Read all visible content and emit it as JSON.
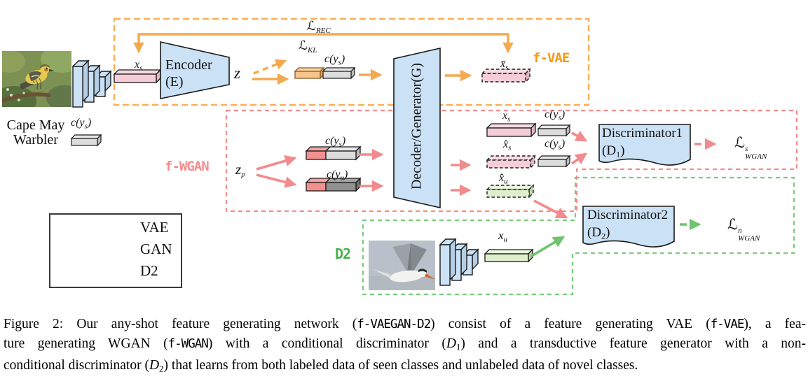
{
  "colors": {
    "vae_orange": "#F5A94F",
    "gan_pink": "#F28B8D",
    "d2_green": "#6FC46F",
    "box_blue": "#CBE1F5",
    "fvae_label": "#F59B16",
    "fwgan_label": "#F48C8C",
    "d2_label": "#46B24A",
    "slab_pink": "#F5CDD9",
    "slab_orange": "#F7C58B",
    "slab_gray": "#DCDCDC",
    "slab_darkgray": "#8F8F8F",
    "slab_green": "#DFEFCE"
  },
  "left_column": {
    "class_name_line1": "Cape May",
    "class_name_line2": "Warbler"
  },
  "labels": {
    "xs": {
      "pre": "x",
      "sub": "s"
    },
    "z": {
      "pre": "z"
    },
    "zp": {
      "pre": "z",
      "sub": "p"
    },
    "xu": {
      "pre": "x",
      "sub": "u"
    },
    "xbars": {
      "pre": "x̄",
      "sub": "s"
    },
    "xhats": {
      "pre": "x̂",
      "sub": "s"
    },
    "xhatu": {
      "pre": "x̂",
      "sub": "u"
    },
    "cys": {
      "pre": "c(y",
      "sub": "s",
      "post": ")"
    },
    "cyu": {
      "pre": "c(y",
      "sub": "u",
      "post": ")"
    }
  },
  "losses": {
    "rec": {
      "cal": "ℒ",
      "sub": "REC"
    },
    "kl": {
      "cal": "ℒ",
      "sub": "KL"
    },
    "wgan_s": {
      "cal": "ℒ",
      "sup": "s",
      "sub": "WGAN"
    },
    "wgan_n": {
      "cal": "ℒ",
      "sup": "n",
      "sub": "WGAN"
    }
  },
  "blocks": {
    "encoder_line1": "Encoder",
    "encoder_line2": "(E)",
    "decoder": "Decoder/Generator(G)",
    "disc1_line1": "Discriminator1",
    "disc1_pre": "(D",
    "disc1_sub": "1",
    "disc1_post": ")",
    "disc2_line1": "Discriminator2",
    "disc2_pre": "(D",
    "disc2_sub": "2",
    "disc2_post": ")"
  },
  "regions": {
    "fvae": "f-VAE",
    "fwgan": "f-WGAN",
    "d2": "D2"
  },
  "legend": {
    "items": [
      {
        "name": "VAE"
      },
      {
        "name": "GAN"
      },
      {
        "name": "D2"
      }
    ]
  },
  "caption": {
    "l1a": "Figure 2: Our any-shot feature generating network (",
    "l1b": "f-VAEGAN-D2",
    "l1c": ") consist of a feature generating VAE (",
    "l1d": "f-VAE",
    "l1e": "), a fea-",
    "l2a": "ture generating WGAN (",
    "l2b": "f-WGAN",
    "l2c": ") with a conditional discriminator (",
    "l2d": "D",
    "l2e": "1",
    "l2f": ") and a transductive feature generator with a non-",
    "l3a": "conditional discriminator (",
    "l3b": "D",
    "l3c": "2",
    "l3d": ") that learns from both labeled data of seen classes and unlabeled data of novel classes."
  }
}
